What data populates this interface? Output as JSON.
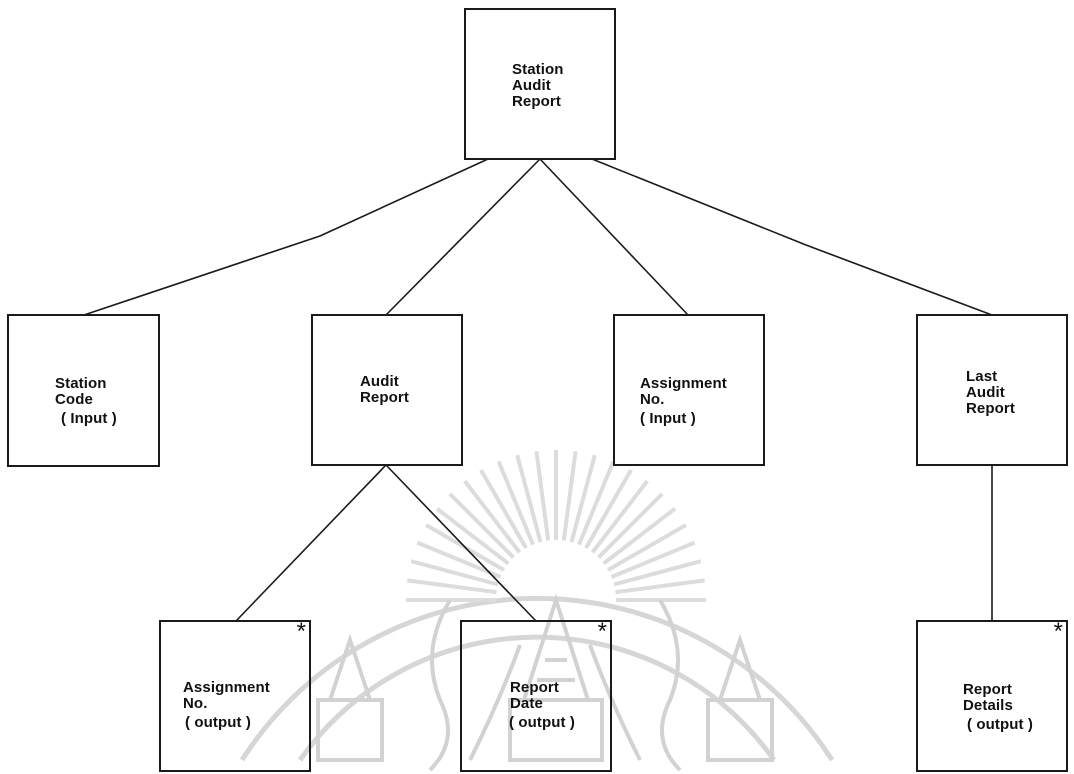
{
  "nodes": {
    "root": {
      "lines": [
        "Station",
        "Audit",
        "Report"
      ]
    },
    "station_code": {
      "lines": [
        "Station",
        "Code",
        "( Input )"
      ]
    },
    "audit_report": {
      "lines": [
        "Audit",
        "Report"
      ]
    },
    "assignment_in": {
      "lines": [
        "Assignment",
        "No.",
        "( Input )"
      ]
    },
    "last_audit": {
      "lines": [
        "Last",
        "Audit",
        "Report"
      ]
    },
    "assignment_out": {
      "lines": [
        "Assignment",
        "No.",
        "( output )"
      ],
      "mark": "*"
    },
    "report_date": {
      "lines": [
        "Report",
        "Date",
        "( output )"
      ],
      "mark": "*"
    },
    "report_details": {
      "lines": [
        "Report",
        "Details",
        "( output )"
      ],
      "mark": "*"
    }
  },
  "style": {
    "line_color": "#1a1a1a",
    "watermark_color": "#d8d8d8"
  }
}
